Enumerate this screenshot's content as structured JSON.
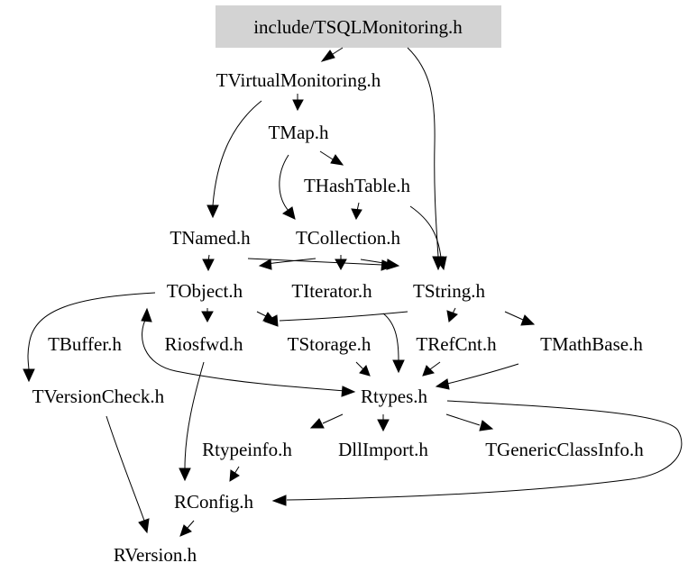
{
  "diagram": {
    "root_fill": "#d3d3d3",
    "line_color": "#000000",
    "nodes": {
      "tsqlmonitoring": "include/TSQLMonitoring.h",
      "tvirtualmonitoring": "TVirtualMonitoring.h",
      "tmap": "TMap.h",
      "thashtable": "THashTable.h",
      "tnamed": "TNamed.h",
      "tcollection": "TCollection.h",
      "tobject": "TObject.h",
      "titerator": "TIterator.h",
      "tstring": "TString.h",
      "tbuffer": "TBuffer.h",
      "riosfwd": "Riosfwd.h",
      "tstorage": "TStorage.h",
      "trefcnt": "TRefCnt.h",
      "tmathbase": "TMathBase.h",
      "tversioncheck": "TVersionCheck.h",
      "rtypes": "Rtypes.h",
      "rtypeinfo": "Rtypeinfo.h",
      "dllimport": "DllImport.h",
      "tgenericclassinfo": "TGenericClassInfo.h",
      "rconfig": "RConfig.h",
      "rversion": "RVersion.h"
    }
  }
}
